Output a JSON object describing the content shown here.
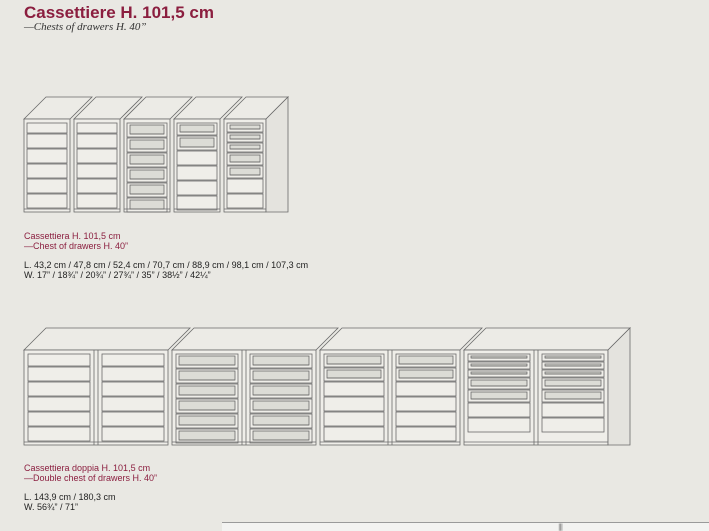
{
  "header": {
    "title": "Cassettiere H. 101,5 cm",
    "subtitle": "—Chests of drawers H. 40”"
  },
  "section1": {
    "caption_it": "Cassettiera H. 101,5 cm",
    "caption_en": "—Chest of drawers H. 40”",
    "length_line": "L. 43,2 cm / 47,8 cm / 52,4 cm / 70,7 cm / 88,9 cm / 98,1 cm / 107,3 cm",
    "width_line": "W. 17” / 18¾” / 20¾” / 27¾” / 35” / 38½” / 42¼”"
  },
  "section2": {
    "caption_it": "Cassettiera doppia H. 101,5 cm",
    "caption_en": "—Double chest of drawers H. 40”",
    "length_line": "L. 143,9 cm / 180,3 cm",
    "width_line": "W. 56¾” / 71”"
  },
  "scrollbar": {
    "grip_glyph": "|||"
  }
}
